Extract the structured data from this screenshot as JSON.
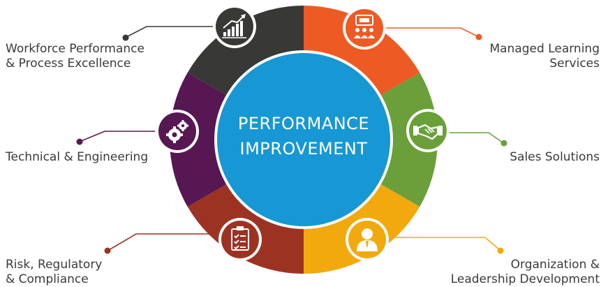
{
  "center": {
    "line1": "PERFORMANCE",
    "line2": "IMPROVEMENT",
    "color": "#1797d3"
  },
  "segments": [
    {
      "key": "managed_learning",
      "label_lines": [
        "Managed Learning",
        "Services"
      ],
      "color": "#ee5a23",
      "icon": "presentation-icon"
    },
    {
      "key": "sales_solutions",
      "label_lines": [
        "Sales Solutions"
      ],
      "color": "#6a9f3a",
      "icon": "handshake-icon"
    },
    {
      "key": "organization",
      "label_lines": [
        "Organization &",
        "Leadership Development"
      ],
      "color": "#f2a90d",
      "icon": "person-icon"
    },
    {
      "key": "risk",
      "label_lines": [
        "Risk, Regulatory",
        "& Compliance"
      ],
      "color": "#9c3322",
      "icon": "checklist-icon"
    },
    {
      "key": "technical",
      "label_lines": [
        "Technical & Engineering"
      ],
      "color": "#561753",
      "icon": "gears-icon"
    },
    {
      "key": "workforce",
      "label_lines": [
        "Workforce Performance",
        "& Process Excellence"
      ],
      "color": "#383837",
      "icon": "growth-chart-icon"
    }
  ]
}
